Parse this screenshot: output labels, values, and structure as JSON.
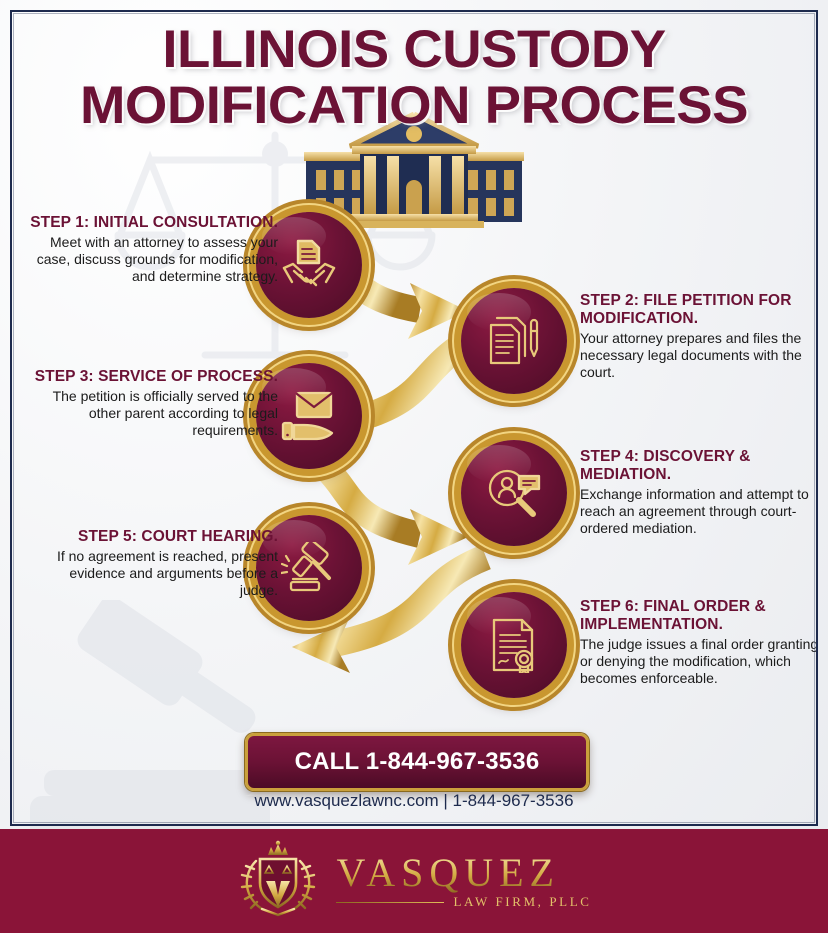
{
  "title": {
    "line1": "ILLINOIS CUSTODY",
    "line2": "MODIFICATION PROCESS"
  },
  "colors": {
    "maroon": "#6b1235",
    "footer_maroon": "#8a1438",
    "gold": "#d4ab44",
    "navy": "#1d2a4d",
    "body_text": "#1b1b1b",
    "background": "#f1f2f5"
  },
  "hero": {
    "icon": "courthouse-icon"
  },
  "steps": [
    {
      "id": "step-1",
      "side": "left",
      "icon": "handshake-document-icon",
      "heading": "STEP 1: INITIAL CONSULTATION.",
      "body": "Meet with an attorney to assess your case, discuss grounds for modification, and determine strategy."
    },
    {
      "id": "step-2",
      "side": "right",
      "icon": "documents-pen-icon",
      "heading": "STEP 2: FILE PETITION FOR MODIFICATION.",
      "body": "Your attorney prepares and files the necessary legal documents with the court."
    },
    {
      "id": "step-3",
      "side": "left",
      "icon": "envelope-hand-icon",
      "heading": "STEP 3: SERVICE OF PROCESS.",
      "body": "The petition is officially served to the other parent according to legal requirements."
    },
    {
      "id": "step-4",
      "side": "right",
      "icon": "magnifier-person-chat-icon",
      "heading": "STEP 4: DISCOVERY & MEDIATION.",
      "body": "Exchange information and attempt to reach an agreement through court-ordered mediation."
    },
    {
      "id": "step-5",
      "side": "left",
      "icon": "gavel-icon",
      "heading": "STEP 5: COURT HEARING.",
      "body": "If no agreement is reached, present evidence and arguments before a judge."
    },
    {
      "id": "step-6",
      "side": "right",
      "icon": "certificate-seal-icon",
      "heading": "STEP 6: FINAL ORDER & IMPLEMENTATION.",
      "body": "The judge issues a final order granting or denying the modification, which becomes enforceable."
    }
  ],
  "cta": {
    "label": "CALL 1-844-967-3536",
    "phone": "1-844-967-3536"
  },
  "contact": {
    "line": "www.vasquezlawnc.com | 1-844-967-3536",
    "website": "www.vasquezlawnc.com"
  },
  "footer": {
    "logo_name": "VASQUEZ",
    "logo_sub": "LAW FIRM, PLLC",
    "crest_icon": "vasquez-crest-icon"
  },
  "watermarks": [
    {
      "name": "scales-of-justice-watermark"
    },
    {
      "name": "gavel-watermark"
    }
  ]
}
